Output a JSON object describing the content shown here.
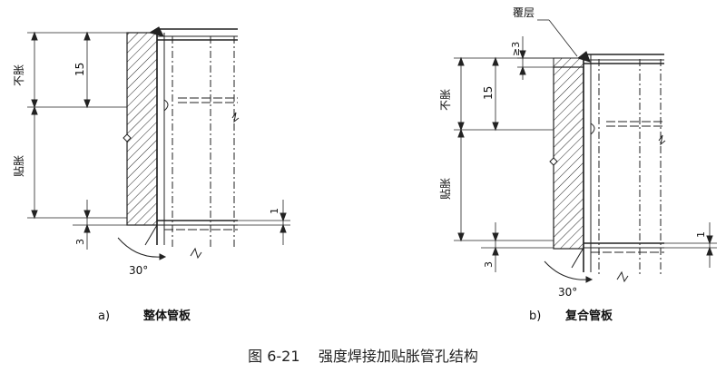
{
  "figure": {
    "caption": "图 6-21    强度焊接加贴胀管孔结构"
  },
  "diagram_a": {
    "sublabel": "a)",
    "title": "整体管板",
    "label_no_expand": "不胀",
    "label_expand": "贴胀",
    "dim_15": "15",
    "dim_3": "3",
    "dim_1": "1",
    "angle": "30°"
  },
  "diagram_b": {
    "sublabel": "b)",
    "title": "复合管板",
    "label_cladding": "覆层",
    "dim_ge3": "≥3",
    "label_no_expand": "不胀",
    "label_expand": "贴胀",
    "dim_15": "15",
    "dim_3": "3",
    "dim_1": "1",
    "angle": "30°"
  }
}
